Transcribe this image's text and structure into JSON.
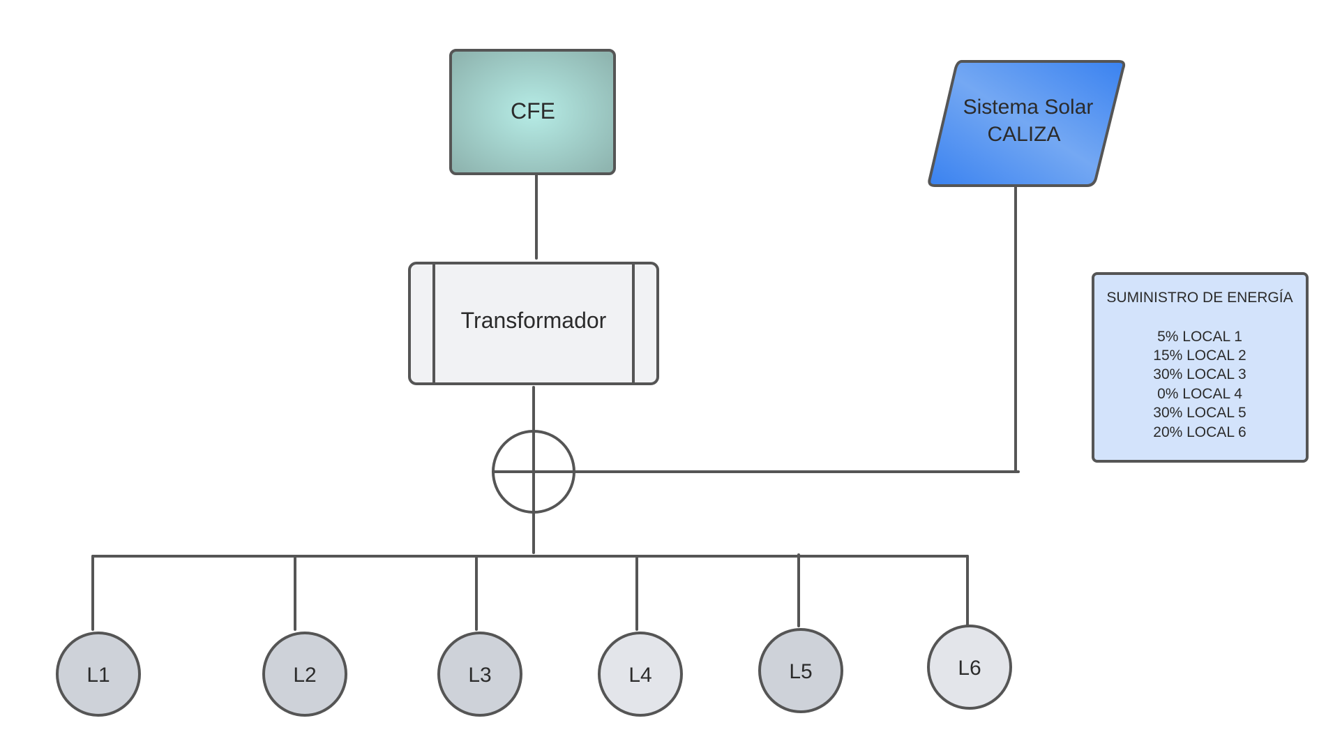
{
  "nodes": {
    "cfe": {
      "label": "CFE"
    },
    "solar": {
      "line1": "Sistema Solar",
      "line2": "CALIZA"
    },
    "transformer": {
      "label": "Transformador"
    },
    "loads": [
      {
        "label": "L1"
      },
      {
        "label": "L2"
      },
      {
        "label": "L3"
      },
      {
        "label": "L4"
      },
      {
        "label": "L5"
      },
      {
        "label": "L6"
      }
    ]
  },
  "note": {
    "title": "SUMINISTRO DE ENERGÍA",
    "lines": [
      "5% LOCAL 1",
      "15% LOCAL 2",
      "30% LOCAL 3",
      "0% LOCAL 4",
      "30% LOCAL 5",
      "20% LOCAL 6"
    ]
  },
  "colors": {
    "cfe_fill": "#9cc6c1",
    "solar_fill": "#3f85ee",
    "transformer_fill": "#f1f2f4",
    "note_fill": "#d3e3fb",
    "load_dark": "#ced2d9",
    "load_light": "#e3e5ea",
    "stroke": "#555555"
  }
}
